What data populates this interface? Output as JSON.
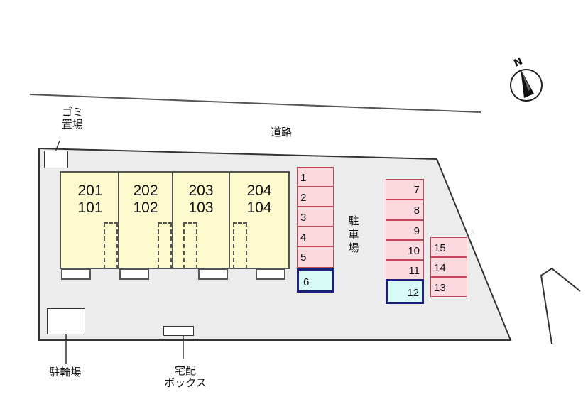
{
  "labels": {
    "road": "道路",
    "garbage": "ゴミ\n置場",
    "parking": "駐車場",
    "bicycle": "駐輪場",
    "delivery": "宅配\nボックス",
    "north": "N"
  },
  "units": [
    {
      "upper": "201",
      "lower": "101"
    },
    {
      "upper": "202",
      "lower": "102"
    },
    {
      "upper": "203",
      "lower": "103"
    },
    {
      "upper": "204",
      "lower": "104"
    }
  ],
  "parking_left": [
    "1",
    "2",
    "3",
    "4",
    "5",
    "6"
  ],
  "parking_mid": [
    "7",
    "8",
    "9",
    "10",
    "11",
    "12"
  ],
  "parking_right": [
    "15",
    "14",
    "13"
  ],
  "highlighted_spaces": [
    "6",
    "12"
  ],
  "colors": {
    "unit_fill": "#fdfacd",
    "parking_fill": "#fbd9de",
    "parking_border": "#c04a5a",
    "highlight_fill": "#d8fbf7",
    "highlight_border": "#1b1f7a",
    "lot_fill": "#ececec"
  }
}
